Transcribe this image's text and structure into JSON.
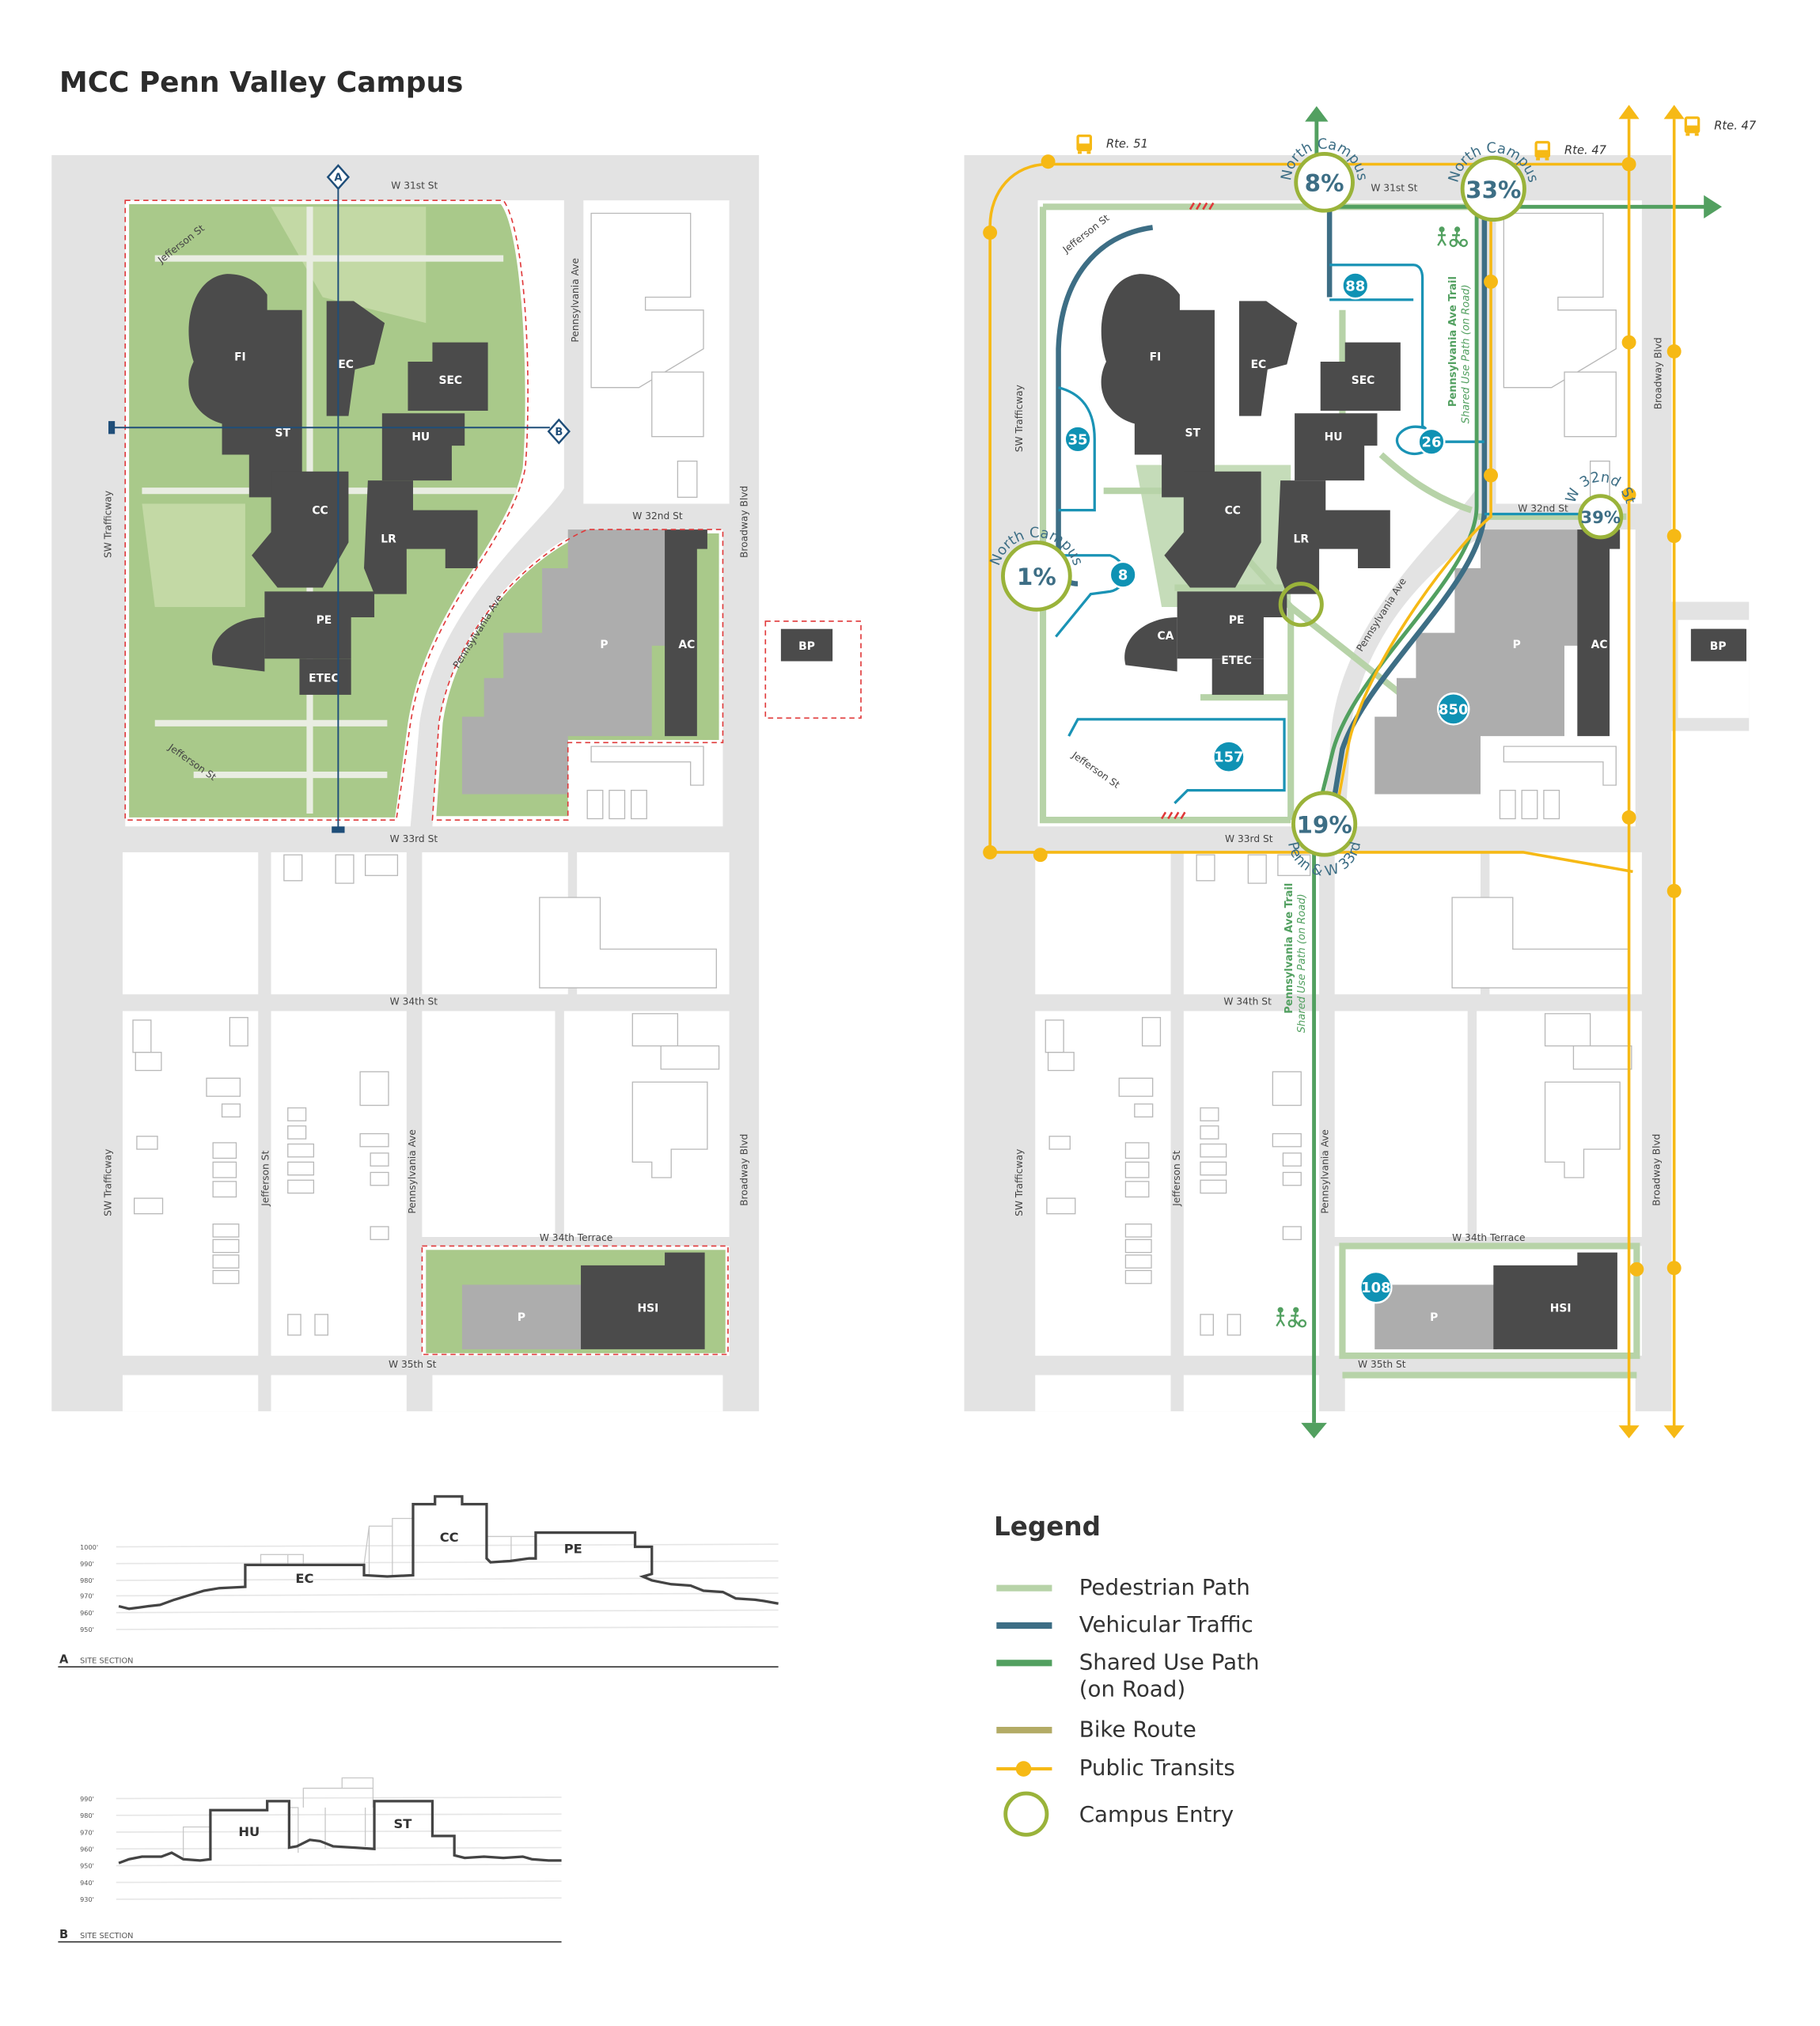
{
  "title": "MCC Penn Valley Campus",
  "colors": {
    "pedestrian_path": "#b7d3a8",
    "vehicular_traffic": "#3d6e85",
    "shared_use_path": "#52a060",
    "bike_route": "#b3ab66",
    "public_transit": "#f6b915",
    "campus_entry": "#9ab33a",
    "parking_badge": "#0f92b4",
    "campus_green": "#a9c98a",
    "building": "#4b4b4b",
    "parking_structure": "#adadad",
    "site_boundary": "#e0393a"
  },
  "streets": {
    "w31": "W 31st St",
    "w32": "W 32nd St",
    "w33": "W 33rd St",
    "w34": "W 34th St",
    "w34t": "W 34th Terrace",
    "w35": "W 35th St",
    "sw": "SW Trafficway",
    "broadway": "Broadway Blvd",
    "penn": "Pennsylvania Ave",
    "jefferson": "Jefferson St"
  },
  "buildings": {
    "fi": "FI",
    "st": "ST",
    "ec": "EC",
    "sec": "SEC",
    "hu": "HU",
    "cc": "CC",
    "lr": "LR",
    "pe": "PE",
    "etec": "ETEC",
    "ca": "CA",
    "p": "P",
    "ac": "AC",
    "bp": "BP",
    "hsi": "HSI"
  },
  "section_markers": {
    "a": "A",
    "b": "B"
  },
  "transit": {
    "routes": [
      "Rte. 51",
      "Rte. 47",
      "Rte. 47"
    ],
    "icon": "bus-icon"
  },
  "entries": [
    {
      "value": "8%",
      "label": "North Campus"
    },
    {
      "value": "33%",
      "label": "North Campus"
    },
    {
      "value": "1%",
      "label": "North Campus"
    },
    {
      "value": "19%",
      "label": "Penn & W 33rd"
    },
    {
      "value": "39%",
      "label": "W 32nd St"
    }
  ],
  "parking": [
    "88",
    "35",
    "26",
    "8",
    "850",
    "157",
    "108"
  ],
  "trail": {
    "name": "Pennsylvania Ave Trail",
    "sub": "Shared Use Path (on Road)"
  },
  "sections": [
    {
      "letter": "A",
      "caption": "SITE SECTION",
      "ticks": [
        "1000'",
        "990'",
        "980'",
        "970'",
        "960'",
        "950'"
      ],
      "buildings": [
        "EC",
        "CC",
        "PE"
      ]
    },
    {
      "letter": "B",
      "caption": "SITE SECTION",
      "ticks": [
        "990'",
        "980'",
        "970'",
        "960'",
        "950'",
        "940'",
        "930'"
      ],
      "buildings": [
        "HU",
        "ST"
      ]
    }
  ],
  "legend": {
    "title": "Legend",
    "items": [
      {
        "label": "Pedestrian Path",
        "type": "line"
      },
      {
        "label": "Vehicular Traffic",
        "type": "line"
      },
      {
        "label": "Shared Use Path",
        "label2": "(on Road)",
        "type": "line"
      },
      {
        "label": "Bike Route",
        "type": "line"
      },
      {
        "label": "Public Transits",
        "type": "line-dot"
      },
      {
        "label": "Campus Entry",
        "type": "circle"
      }
    ]
  }
}
